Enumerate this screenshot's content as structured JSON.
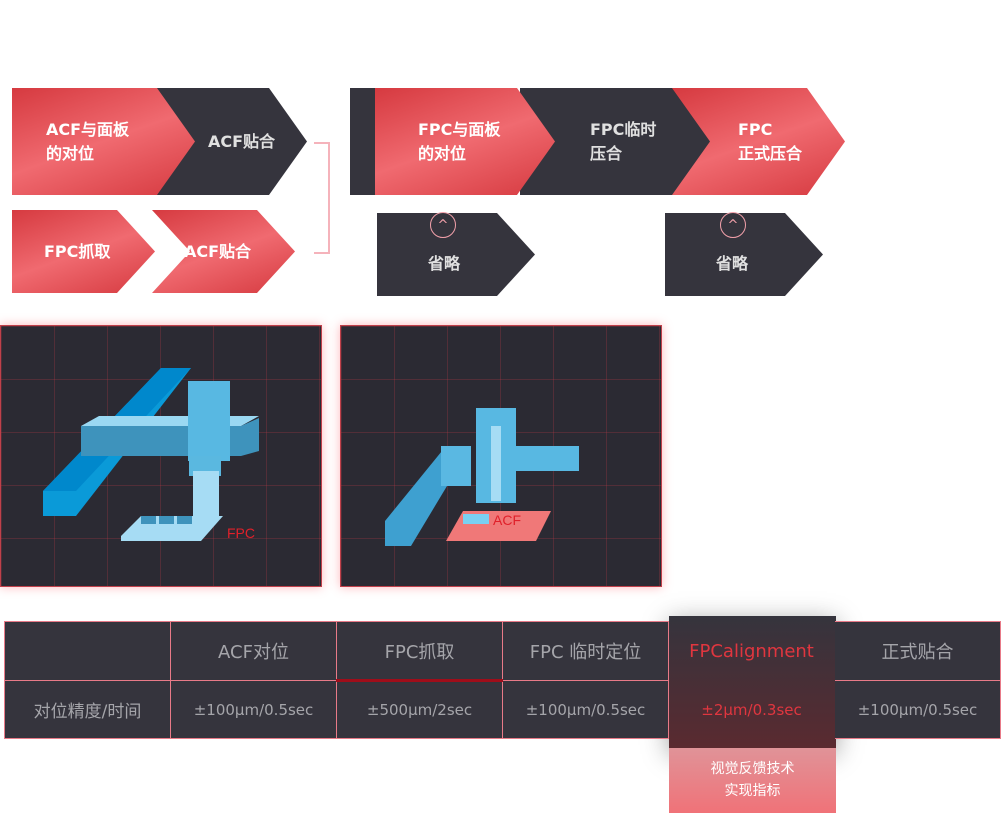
{
  "flow_left": {
    "step1": "ACF与面板\n的对位",
    "step2": "ACF贴合",
    "step3": "FPC抓取",
    "step4": "ACF贴合"
  },
  "flow_right": {
    "step1": "FPC与面板\n的对位",
    "step2": "FPC临时\n压合",
    "step3": "FPC\n正式压合",
    "omit1": "省略",
    "omit2": "省略"
  },
  "panels": {
    "left_label": "FPC",
    "right_label": "ACF"
  },
  "table": {
    "headers": [
      "",
      "ACF对位",
      "FPC抓取",
      "FPC 临时定位",
      "FPCalignment",
      "正式贴合"
    ],
    "row_label": "对位精度/时间",
    "values": [
      "±100μm/0.5sec",
      "±500μm/2sec",
      "±100μm/0.5sec",
      "±2μm/0.3sec",
      "±100μm/0.5sec"
    ],
    "note": "视觉反馈技术\n实现指标"
  },
  "colors": {
    "accent": "#e0363f",
    "dark": "#35343d"
  }
}
